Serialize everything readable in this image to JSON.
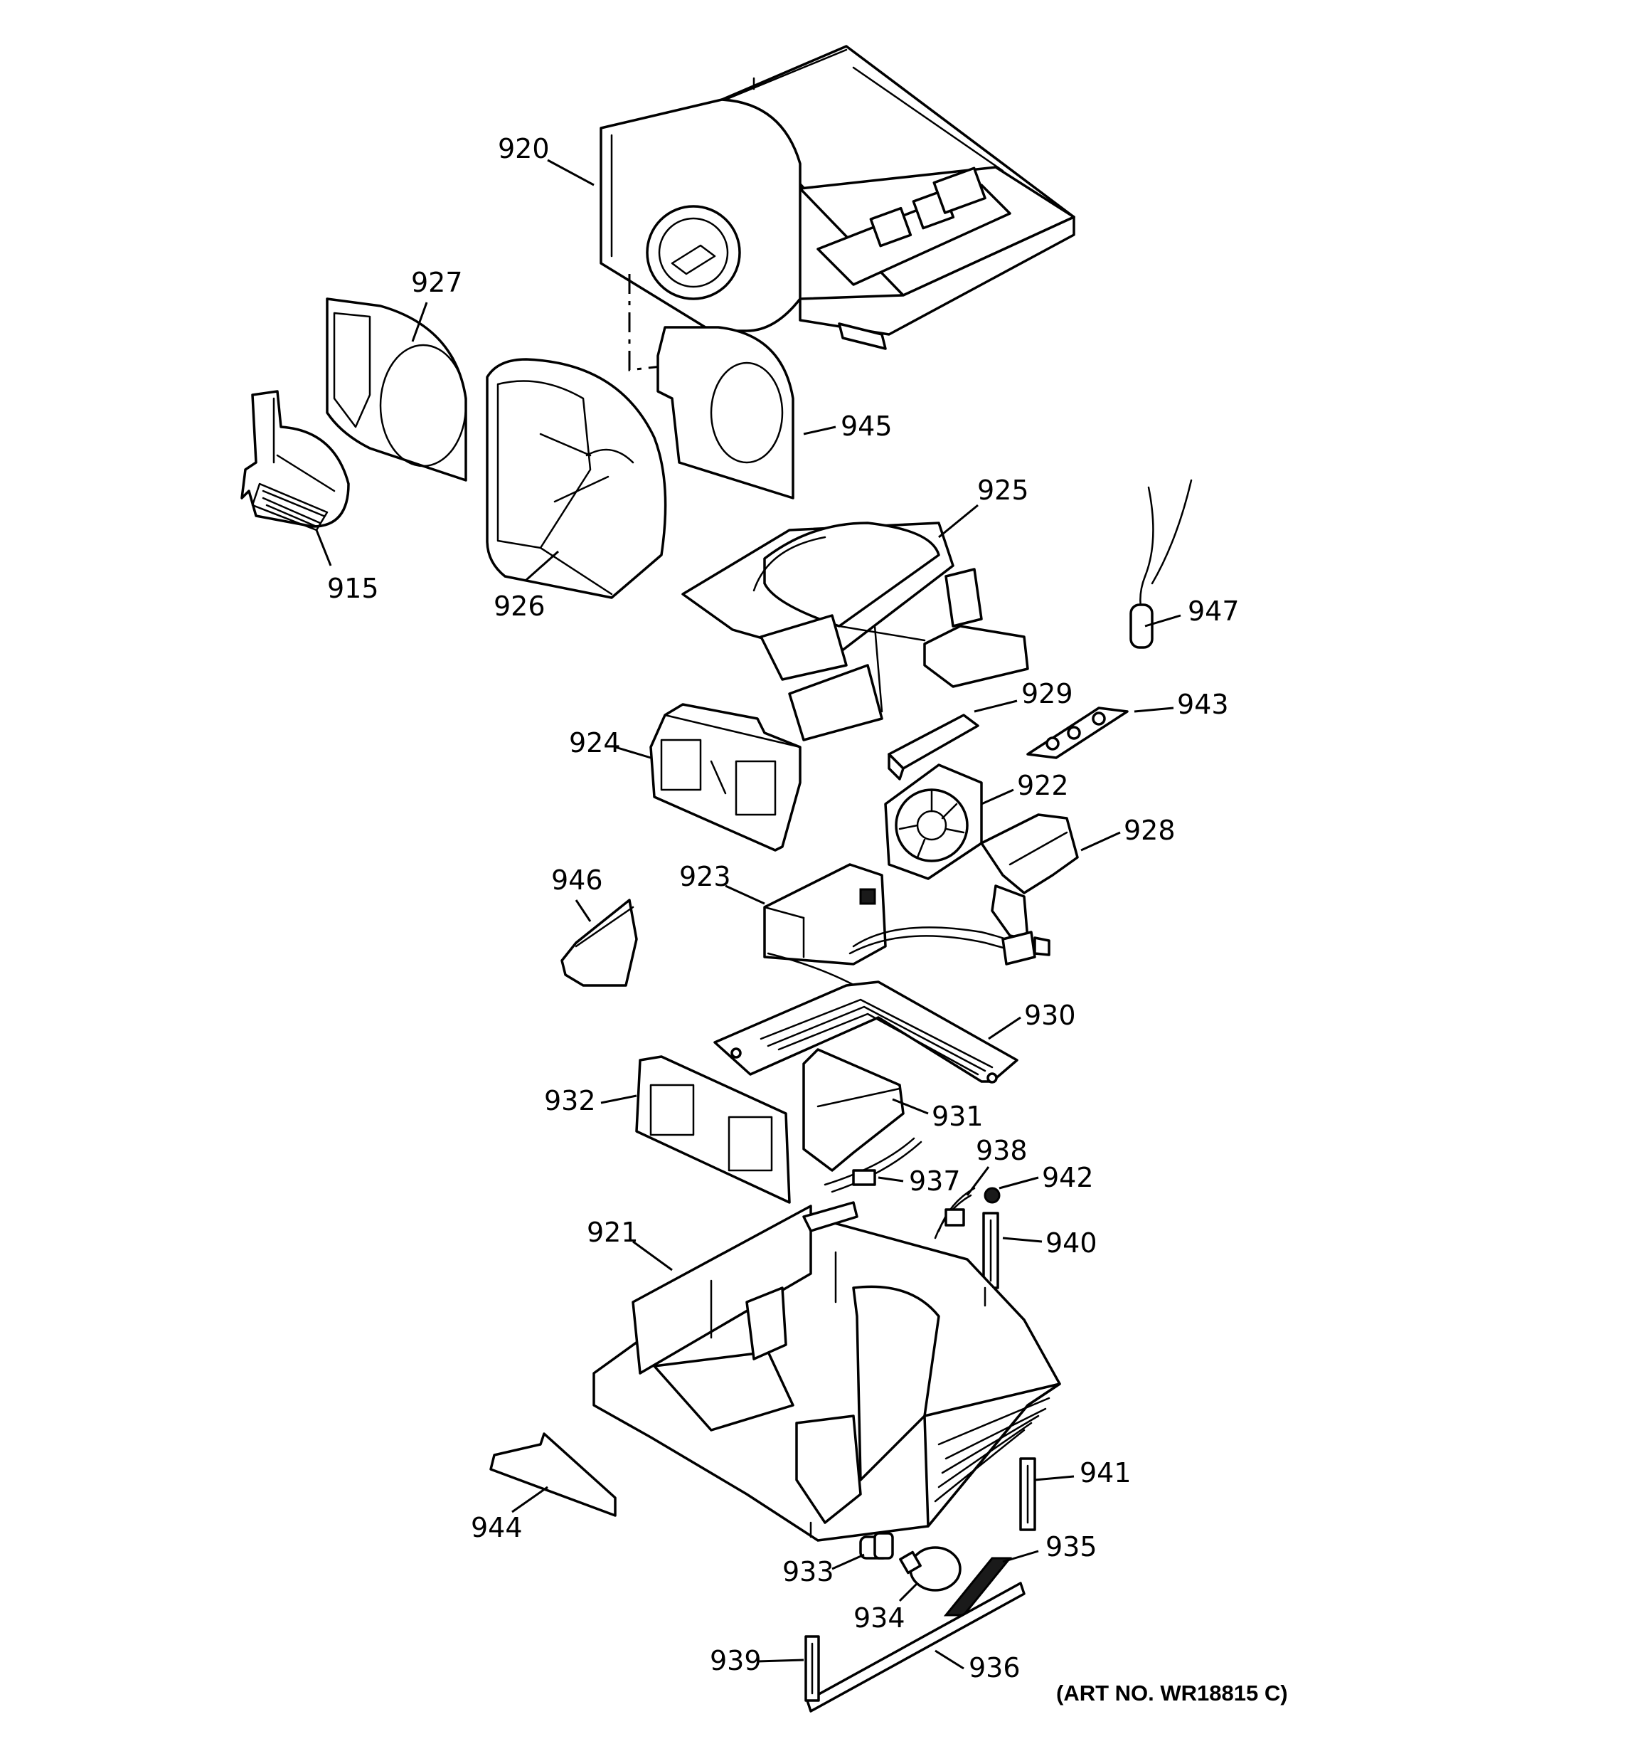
{
  "art_number": "(ART NO. WR18815 C)",
  "callouts": [
    {
      "id": "p920",
      "label": "920"
    },
    {
      "id": "p927",
      "label": "927"
    },
    {
      "id": "p945",
      "label": "945"
    },
    {
      "id": "p925",
      "label": "925"
    },
    {
      "id": "p915",
      "label": "915"
    },
    {
      "id": "p926",
      "label": "926"
    },
    {
      "id": "p947",
      "label": "947"
    },
    {
      "id": "p929",
      "label": "929"
    },
    {
      "id": "p943",
      "label": "943"
    },
    {
      "id": "p924",
      "label": "924"
    },
    {
      "id": "p922",
      "label": "922"
    },
    {
      "id": "p928",
      "label": "928"
    },
    {
      "id": "p946",
      "label": "946"
    },
    {
      "id": "p923",
      "label": "923"
    },
    {
      "id": "p930",
      "label": "930"
    },
    {
      "id": "p932",
      "label": "932"
    },
    {
      "id": "p931",
      "label": "931"
    },
    {
      "id": "p938",
      "label": "938"
    },
    {
      "id": "p937",
      "label": "937"
    },
    {
      "id": "p942",
      "label": "942"
    },
    {
      "id": "p921",
      "label": "921"
    },
    {
      "id": "p940",
      "label": "940"
    },
    {
      "id": "p941",
      "label": "941"
    },
    {
      "id": "p944",
      "label": "944"
    },
    {
      "id": "p935",
      "label": "935"
    },
    {
      "id": "p933",
      "label": "933"
    },
    {
      "id": "p934",
      "label": "934"
    },
    {
      "id": "p939",
      "label": "939"
    },
    {
      "id": "p936",
      "label": "936"
    }
  ]
}
